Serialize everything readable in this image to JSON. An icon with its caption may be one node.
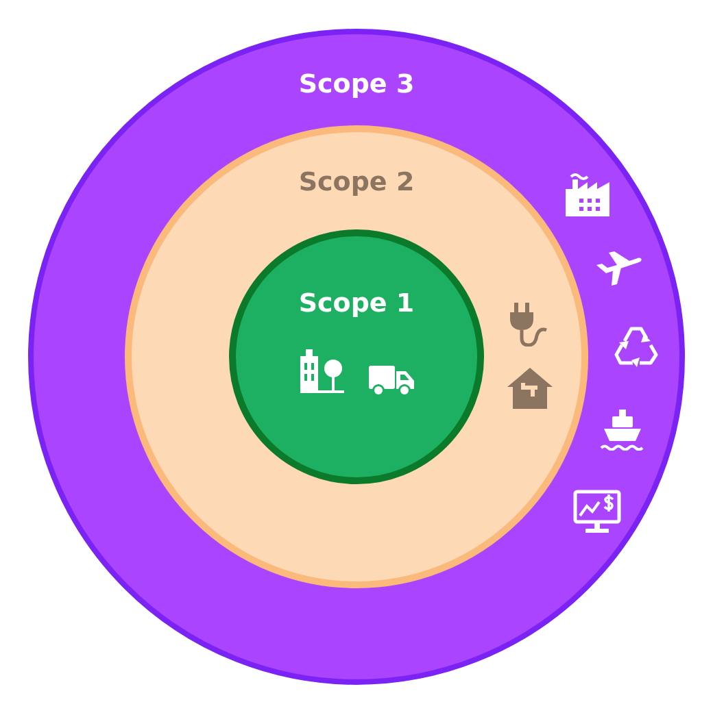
{
  "diagram": {
    "nodes": [
      {
        "text": [
          "Scope 3"
        ]
      },
      {
        "text": [
          "Scope 2"
        ],
        "in": 0
      },
      {
        "text": [
          "Scope 1"
        ],
        "in": 1
      }
    ]
  }
}
